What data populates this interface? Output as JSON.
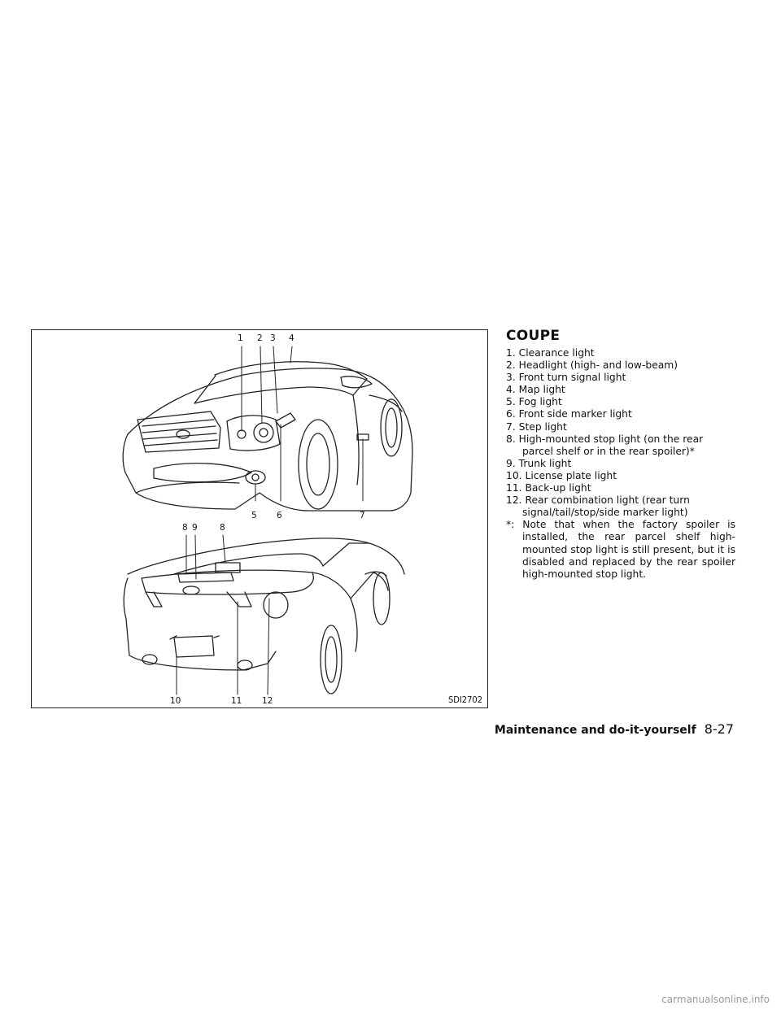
{
  "figure": {
    "code": "SDI2702",
    "callouts_front": [
      "1",
      "2",
      "3",
      "4",
      "5",
      "6",
      "7"
    ],
    "callouts_rear": [
      "8",
      "9",
      "8",
      "10",
      "11",
      "12"
    ]
  },
  "section": {
    "title": "COUPE",
    "items": [
      "1. Clearance light",
      "2. Headlight (high- and low-beam)",
      "3. Front turn signal light",
      "4. Map light",
      "5. Fog light",
      "6. Front side marker light",
      "7. Step light",
      "8. High-mounted stop light (on the rear parcel shelf or in the rear spoiler)*",
      "9. Trunk light",
      "10. License plate light",
      "11. Back-up light",
      "12. Rear combination light (rear turn signal/tail/stop/side marker light)"
    ],
    "note": "*: Note that when the factory spoiler is installed, the rear parcel shelf high-mounted stop light is still present, but it is disabled and replaced by the rear spoiler high-mounted stop light."
  },
  "footer": {
    "section_name": "Maintenance and do-it-yourself",
    "page_number": "8-27"
  },
  "watermark": "carmanualsonline.info"
}
